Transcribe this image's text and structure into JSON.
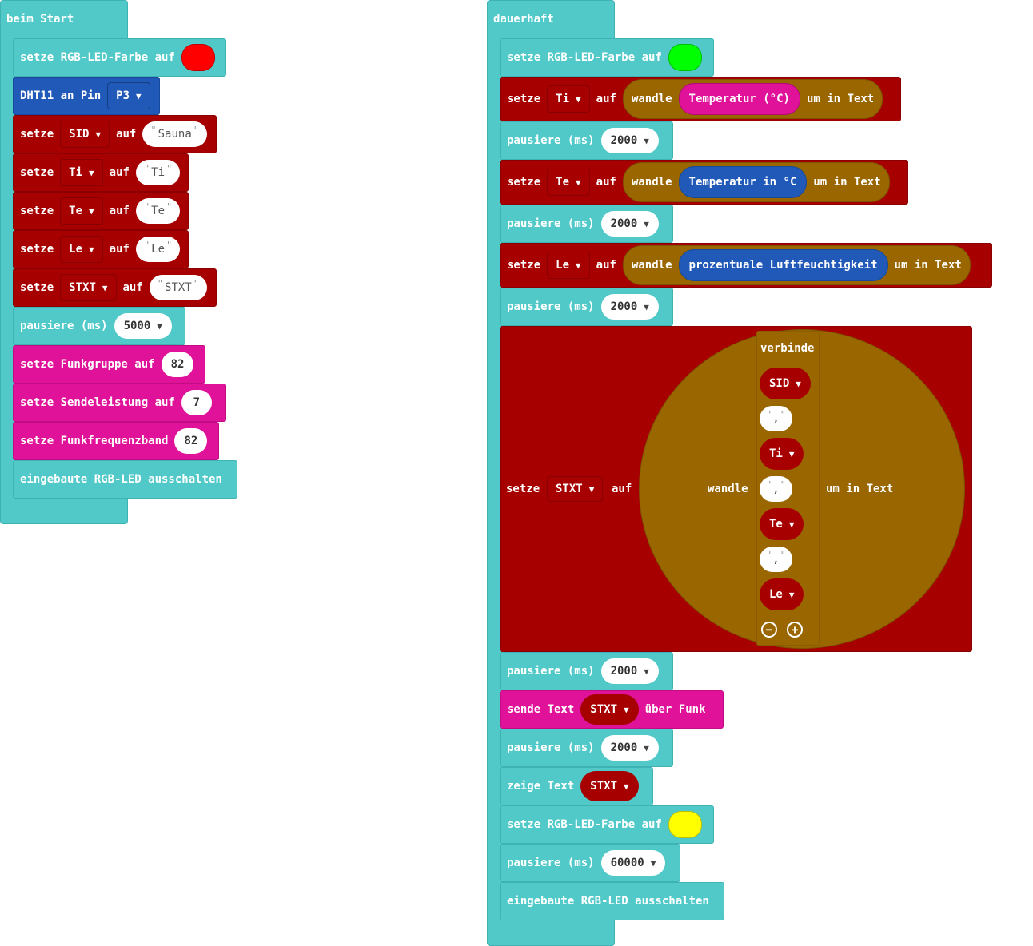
{
  "left": {
    "hat_label": "beim Start",
    "rows": [
      {
        "kind": "color",
        "label": "setze RGB-LED-Farbe auf",
        "color": "#ff0000"
      },
      {
        "kind": "pin",
        "label": "DHT11 an Pin",
        "value": "P3"
      },
      {
        "kind": "set",
        "label": "setze",
        "var": "SID",
        "auf": "auf",
        "value": "Sauna"
      },
      {
        "kind": "set",
        "label": "setze",
        "var": "Ti",
        "auf": "auf",
        "value": "Ti"
      },
      {
        "kind": "set",
        "label": "setze",
        "var": "Te",
        "auf": "auf",
        "value": "Te"
      },
      {
        "kind": "set",
        "label": "setze",
        "var": "Le",
        "auf": "auf",
        "value": "Le"
      },
      {
        "kind": "set",
        "label": "setze",
        "var": "STXT",
        "auf": "auf",
        "value": "STXT"
      },
      {
        "kind": "pause",
        "label": "pausiere (ms)",
        "value": "5000"
      },
      {
        "kind": "radio",
        "label": "setze Funkgruppe auf",
        "value": "82"
      },
      {
        "kind": "radio",
        "label": "setze Sendeleistung auf",
        "value": "7"
      },
      {
        "kind": "radio",
        "label": "setze Funkfrequenzband",
        "value": "82"
      },
      {
        "kind": "plain",
        "label": "eingebaute RGB-LED ausschalten"
      }
    ]
  },
  "right": {
    "hat_label": "dauerhaft",
    "color1": {
      "label": "setze RGB-LED-Farbe auf",
      "color": "#00ff00"
    },
    "set_ti": {
      "setze": "setze",
      "var": "Ti",
      "auf": "auf",
      "wandle": "wandle",
      "sensor": "Temperatur (°C)",
      "um": "um in Text"
    },
    "pause1": {
      "label": "pausiere (ms)",
      "value": "2000"
    },
    "set_te": {
      "setze": "setze",
      "var": "Te",
      "auf": "auf",
      "wandle": "wandle",
      "sensor": "Temperatur in °C",
      "um": "um in Text"
    },
    "pause2": {
      "label": "pausiere (ms)",
      "value": "2000"
    },
    "set_le": {
      "setze": "setze",
      "var": "Le",
      "auf": "auf",
      "wandle": "wandle",
      "sensor": "prozentuale Luftfeuchtigkeit",
      "um": "um in Text"
    },
    "pause3": {
      "label": "pausiere (ms)",
      "value": "2000"
    },
    "set_stxt": {
      "setze": "setze",
      "var": "STXT",
      "auf": "auf",
      "wandle": "wandle",
      "um": "um in Text",
      "join_label": "verbinde",
      "items": [
        {
          "type": "var",
          "text": "SID"
        },
        {
          "type": "str",
          "text": ","
        },
        {
          "type": "var",
          "text": "Ti"
        },
        {
          "type": "str",
          "text": ","
        },
        {
          "type": "var",
          "text": "Te"
        },
        {
          "type": "str",
          "text": ","
        },
        {
          "type": "var",
          "text": "Le"
        }
      ],
      "minus": "−",
      "plus": "+"
    },
    "pause4": {
      "label": "pausiere (ms)",
      "value": "2000"
    },
    "send": {
      "label": "sende Text",
      "var": "STXT",
      "suffix": "über Funk"
    },
    "pause5": {
      "label": "pausiere (ms)",
      "value": "2000"
    },
    "show": {
      "label": "zeige Text",
      "var": "STXT"
    },
    "color2": {
      "label": "setze RGB-LED-Farbe auf",
      "color": "#ffff00"
    },
    "pause6": {
      "label": "pausiere (ms)",
      "value": "60000"
    },
    "off": {
      "label": "eingebaute RGB-LED ausschalten"
    }
  },
  "dropdown_glyph": "▼",
  "quote_glyph": "\""
}
